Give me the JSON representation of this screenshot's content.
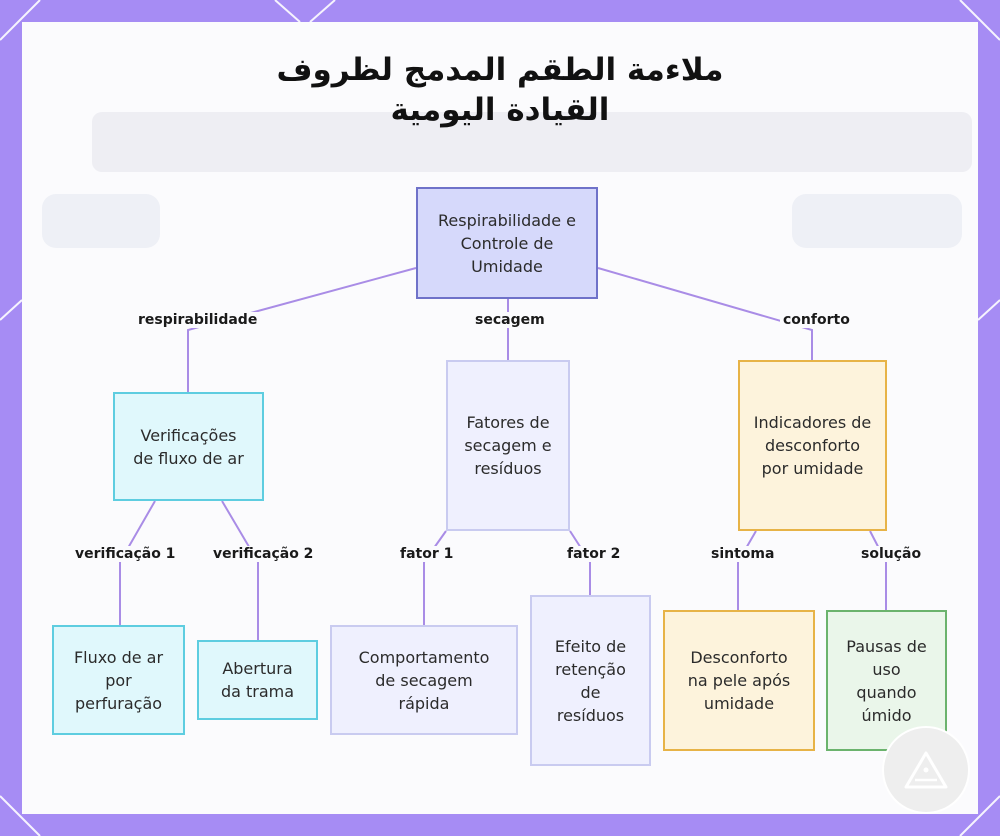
{
  "title": "ملاءمة الطقم المدمج لظروف القيادة اليومية",
  "nodes": {
    "root": "Respirabilidade e Controle de Umidade",
    "airflow_checks": "Verificações de fluxo de ar",
    "drying_factors": "Fatores de secagem e resíduos",
    "discomfort_indicators": "Indicadores de desconforto por umidade",
    "perforation_airflow": "Fluxo de ar por perfuração",
    "weave_opening": "Abertura da trama",
    "quick_drying": "Comportamento de secagem rápida",
    "residue_retention": "Efeito de retenção de resíduos",
    "skin_discomfort": "Desconforto na pele após umidade",
    "usage_breaks": "Pausas de uso quando úmido"
  },
  "edges": {
    "breathability": "respirabilidade",
    "drying": "secagem",
    "comfort": "conforto",
    "check1": "verificação 1",
    "check2": "verificação 2",
    "factor1": "fator 1",
    "factor2": "fator 2",
    "symptom": "sintoma",
    "solution": "solução"
  },
  "colors": {
    "frame": "#a68cf4",
    "edge": "#a98ce6",
    "root_fill": "#d6d9fb",
    "cyan_border": "#5ecde0",
    "orange_border": "#e7b347",
    "green_border": "#6bb36d"
  }
}
